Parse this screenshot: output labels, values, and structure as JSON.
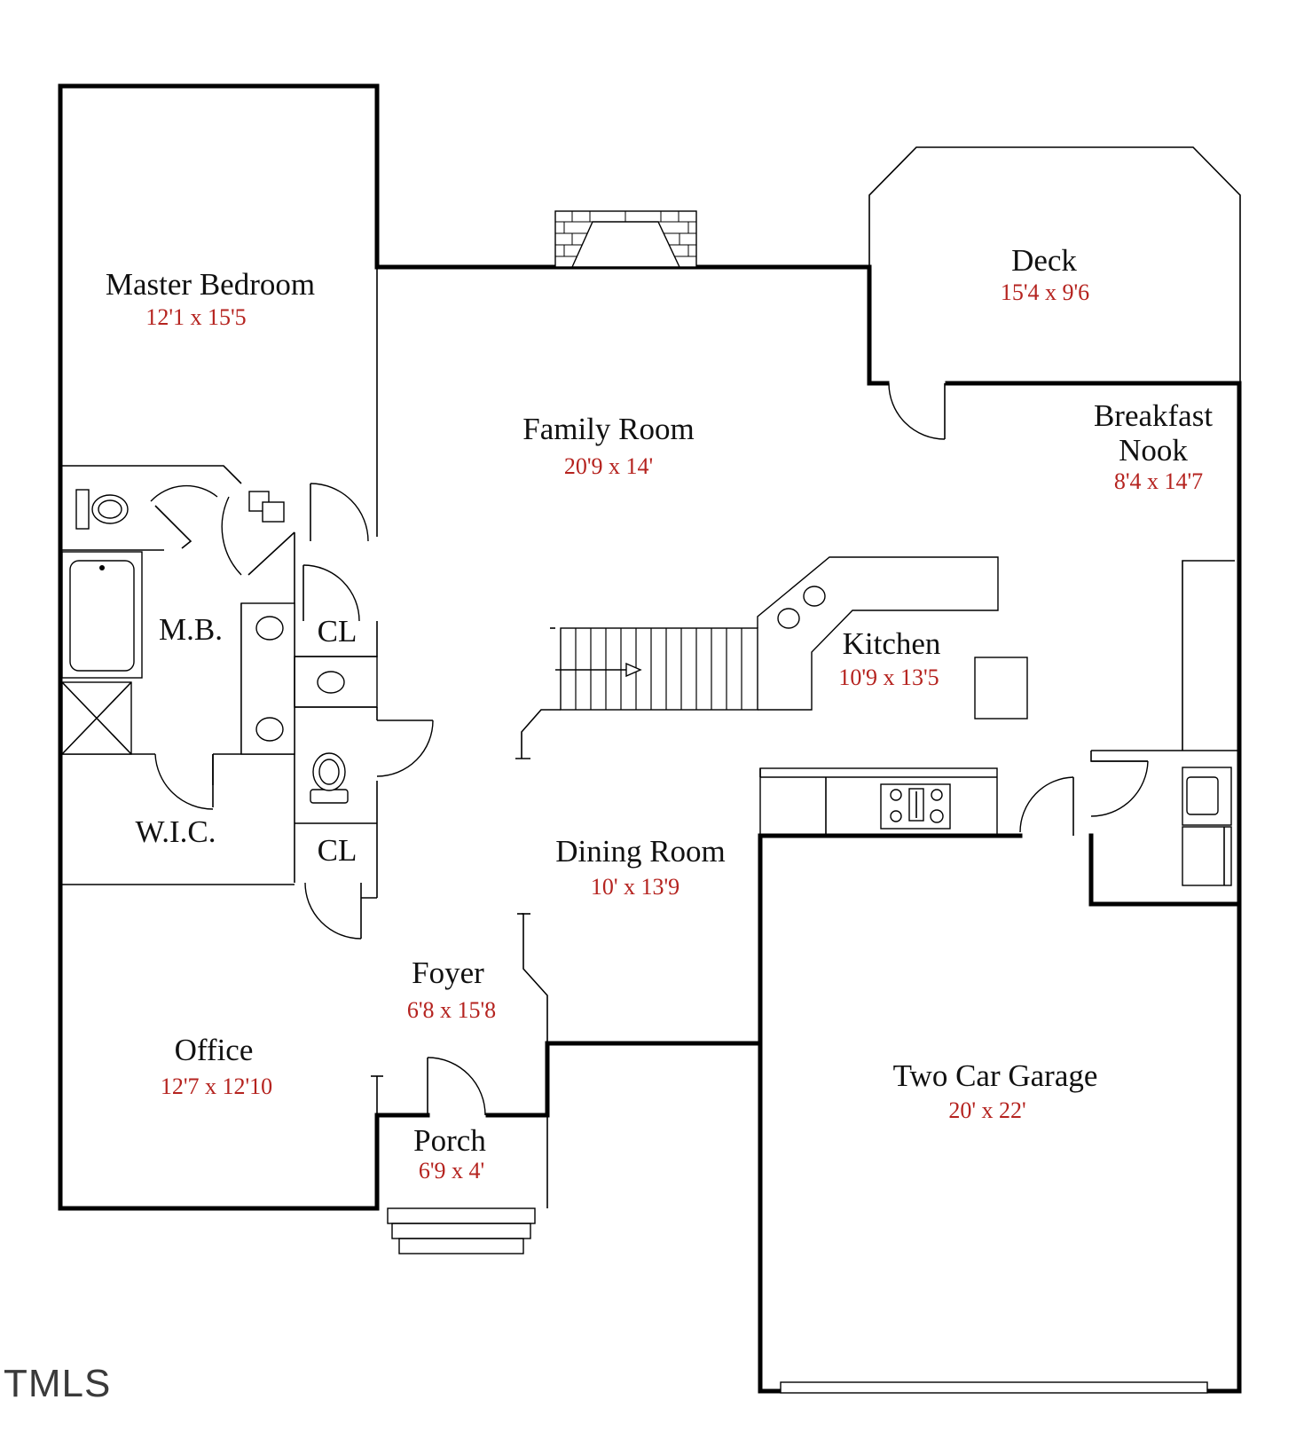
{
  "colors": {
    "wall": "#000000",
    "label": "#111111",
    "dimension": "#b5231f",
    "background": "#ffffff"
  },
  "rooms": [
    {
      "id": "master-bedroom",
      "name": "Master Bedroom",
      "dims": "12'1 x 15'5"
    },
    {
      "id": "family-room",
      "name": "Family Room",
      "dims": "20'9 x 14'"
    },
    {
      "id": "deck",
      "name": "Deck",
      "dims": "15'4 x 9'6"
    },
    {
      "id": "breakfast-nook",
      "name_line1": "Breakfast",
      "name_line2": "Nook",
      "dims": "8'4 x 14'7"
    },
    {
      "id": "master-bath",
      "name": "M.B."
    },
    {
      "id": "closet-upper",
      "name": "CL"
    },
    {
      "id": "kitchen",
      "name": "Kitchen",
      "dims": "10'9 x 13'5"
    },
    {
      "id": "wic",
      "name": "W.I.C."
    },
    {
      "id": "closet-lower",
      "name": "CL"
    },
    {
      "id": "dining-room",
      "name": "Dining Room",
      "dims": "10' x 13'9"
    },
    {
      "id": "foyer",
      "name": "Foyer",
      "dims": "6'8 x 15'8"
    },
    {
      "id": "office",
      "name": "Office",
      "dims": "12'7 x 12'10"
    },
    {
      "id": "two-car-garage",
      "name": "Two Car Garage",
      "dims": "20' x 22'"
    },
    {
      "id": "porch",
      "name": "Porch",
      "dims": "6'9 x 4'"
    }
  ],
  "watermark": {
    "text": "TMLS",
    "logo": true
  }
}
